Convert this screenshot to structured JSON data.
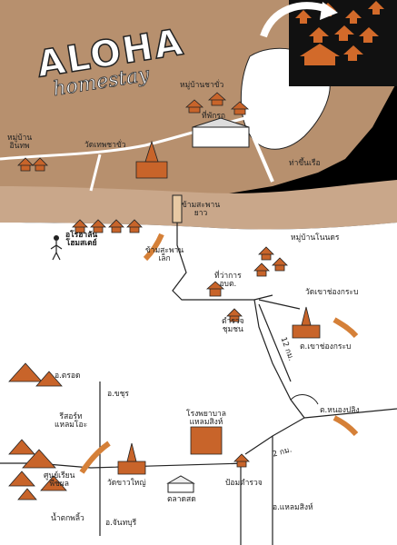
{
  "title": {
    "main": "ALOHA",
    "sub": "homestay"
  },
  "labels": {
    "moo_ban_chakho": "หมู่บ้านชาขั่ว",
    "moo_ban_intop": "หมู่บ้าน\nอินทพ",
    "wat_chakho": "วัดเทพชาขั่ว",
    "thi_phak_rot": "ที่พักรถ",
    "tha_khuen_ruea": "ท่าขึ้นเรือ",
    "saphan_yao": "ข้ามสะพาน\nยาว",
    "aloha_homestay": "อโรฮาลัน\nโฮมสเตย์",
    "moo_ban_nonkhet": "หมู่บ้านโนนดร",
    "saphan_lek": "ข้ามสะพาน\nเล็ก",
    "thi_wa_kan": "ที่ว่าการ\nอบต.",
    "tamruat": "ตำรวจ\nชุมชน",
    "wat_chong": "วัดเขาช่องกระบ",
    "t_chong": "ต.เขาช่องกระบ",
    "distance_12": "12 กม.",
    "distance_2": "2 กม.",
    "t_nongpluem": "ต.หนองปลิง",
    "a_saraburi_top": "อ.ตรอด",
    "a_khuen": "อ.ขชุร",
    "resort": "รีสอร์ท\nแหลมโอะ",
    "school": "โรงพยาบาล\nแหลมสิงห์",
    "farm": "ศูนย์เรียน\nพืชผล",
    "wat_large": "วัดขาวใหญ่",
    "market": "ตลาดสด",
    "police": "ป้อมตำรวจ",
    "a_laemsing": "อ.แหลมสิงห์",
    "nam_tok": "น้ำตกพลิ้ว",
    "a_chanthaburi": "อ.จันทบุรี"
  },
  "colors": {
    "land": "#b5916f",
    "river": "#c9a78a",
    "road": "#ffffff",
    "roof": "#c8642a",
    "line": "#222222"
  }
}
